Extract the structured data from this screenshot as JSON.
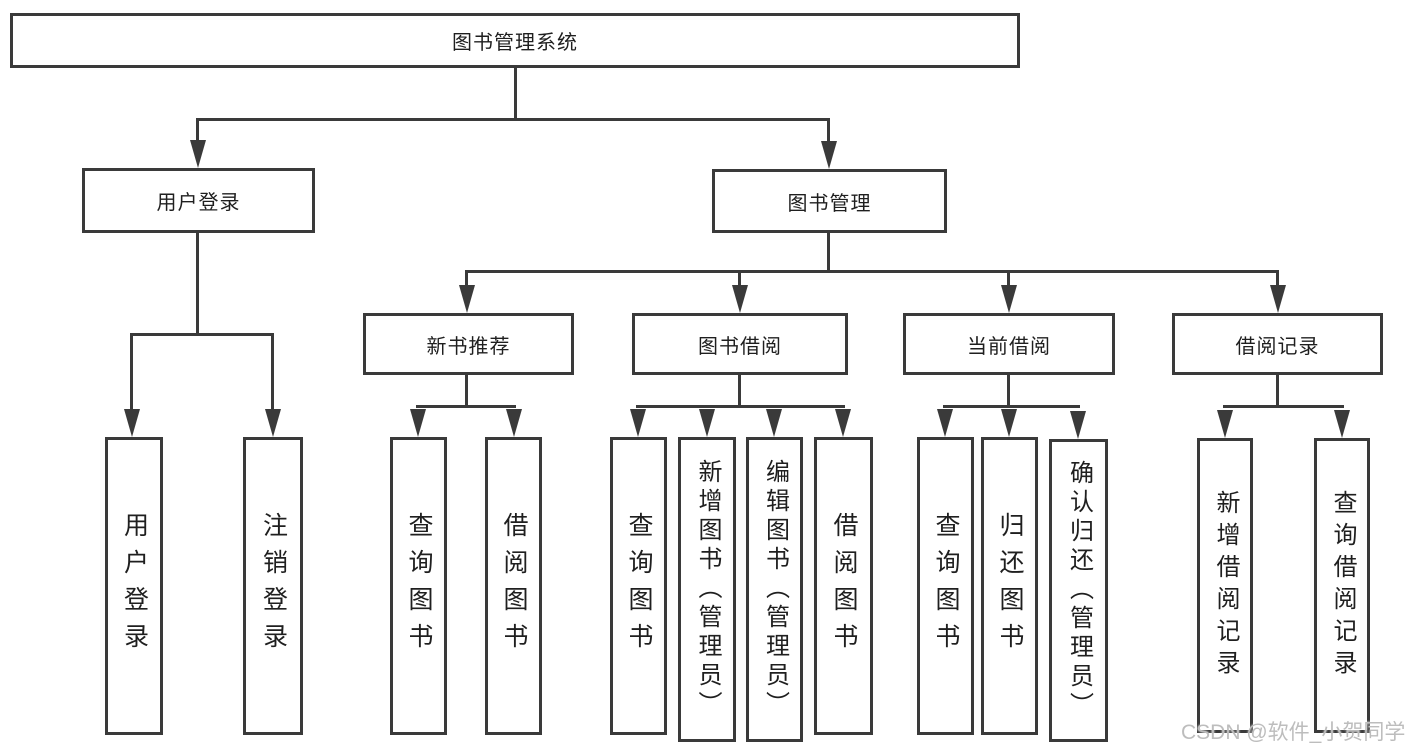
{
  "diagram_title": "图书管理系统",
  "colors": {
    "line": "#3a3a3a",
    "box_border": "#3a3a3a",
    "text": "#1f1f1f",
    "background": "#ffffff",
    "watermark": "#bdbdbd"
  },
  "tree": {
    "label": "图书管理系统",
    "children": [
      {
        "label": "用户登录",
        "children": [
          {
            "label": "用户登录"
          },
          {
            "label": "注销登录"
          }
        ]
      },
      {
        "label": "图书管理",
        "children": [
          {
            "label": "新书推荐",
            "children": [
              {
                "label": "查询图书"
              },
              {
                "label": "借阅图书"
              }
            ]
          },
          {
            "label": "图书借阅",
            "children": [
              {
                "label": "查询图书"
              },
              {
                "label": "新增图书（管理员）"
              },
              {
                "label": "编辑图书（管理员）"
              },
              {
                "label": "借阅图书"
              }
            ]
          },
          {
            "label": "当前借阅",
            "children": [
              {
                "label": "查询图书"
              },
              {
                "label": "归还图书"
              },
              {
                "label": "确认归还（管理员）"
              }
            ]
          },
          {
            "label": "借阅记录",
            "children": [
              {
                "label": "新增借阅记录"
              },
              {
                "label": "查询借阅记录"
              }
            ]
          }
        ]
      }
    ]
  },
  "watermark": {
    "text": "CSDN @软件_小贺同学"
  }
}
